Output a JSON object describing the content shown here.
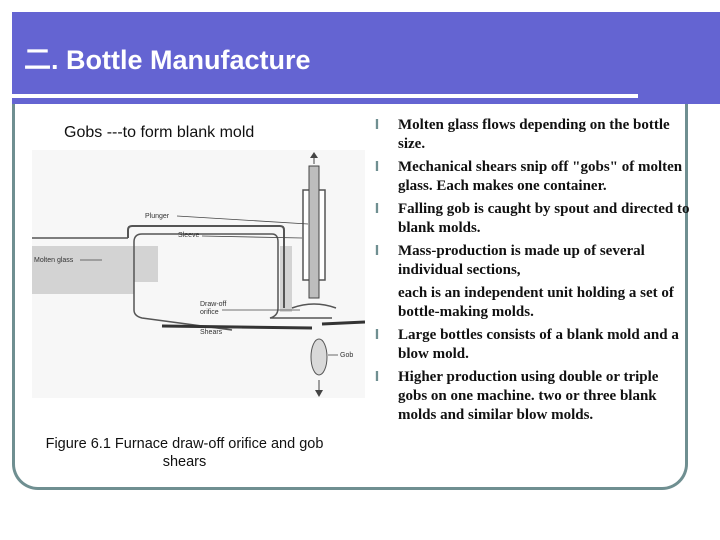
{
  "slide": {
    "title": "二. Bottle Manufacture",
    "left_caption": "Gobs ---to form blank mold",
    "figure_caption": "Figure 6.1 Furnace draw-off orifice and gob shears"
  },
  "figure": {
    "labels": {
      "plunger": "Plunger",
      "sleeve": "Sleeve",
      "molten_glass": "Molten glass",
      "draw_off_orifice_line1": "Draw-off",
      "draw_off_orifice_line2": "orifice",
      "shears": "Shears",
      "gob": "Gob"
    }
  },
  "bullets": [
    {
      "text": "Molten glass flows depending on the bottle size.",
      "marker": true
    },
    {
      "text": "Mechanical shears snip off \"gobs\" of molten glass. Each makes one container.",
      "marker": true
    },
    {
      "text": "Falling gob is caught by spout and directed to blank molds.",
      "marker": true
    },
    {
      "text": "Mass-production is made up of several individual sections,",
      "marker": true
    },
    {
      "text": "each is an independent unit holding a set of bottle-making molds.",
      "marker": false
    },
    {
      "text": "Large bottles consists of a blank mold and a blow mold.",
      "marker": true
    },
    {
      "text": "Higher production using double or triple gobs on one machine. two or three blank molds and similar blow molds.",
      "marker": true
    }
  ],
  "colors": {
    "header": "#6464d2",
    "frame": "#6f8f91",
    "bullet": "#6f8f91"
  },
  "icons": {
    "bullet": "l-bullet-icon"
  }
}
